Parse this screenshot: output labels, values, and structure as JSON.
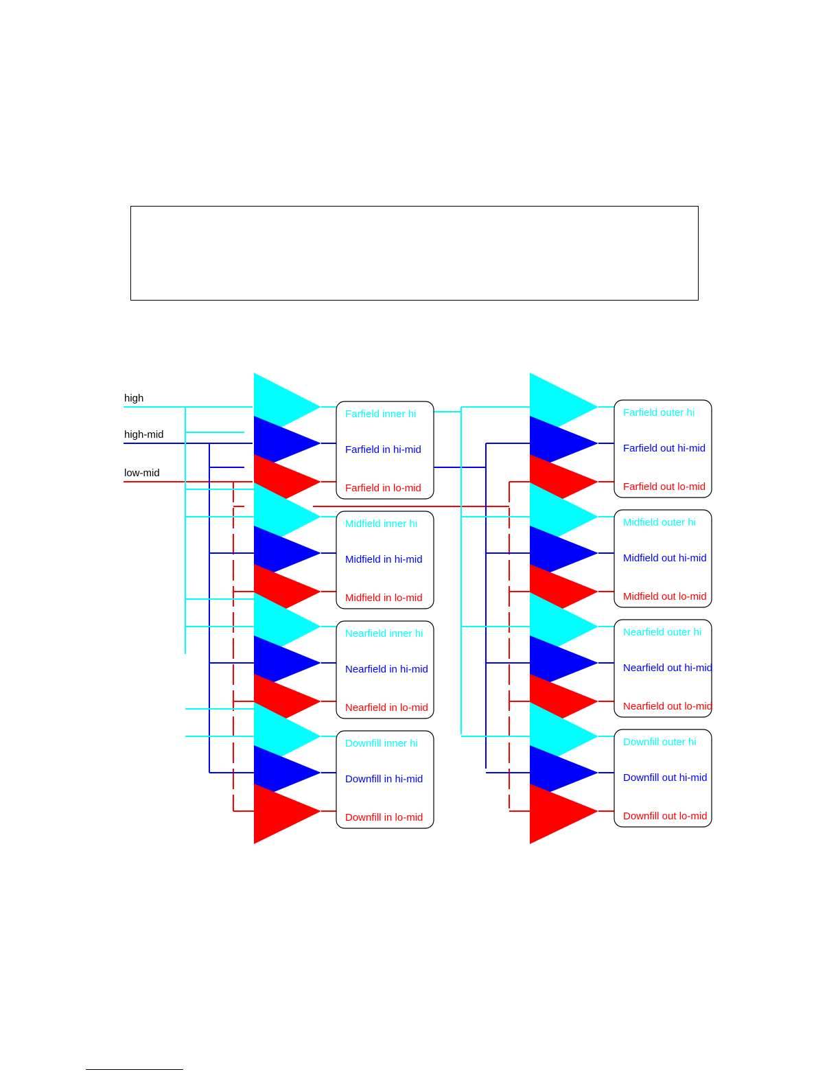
{
  "colors": {
    "high": "#00ffff",
    "hi_mid": "#0000ff",
    "lo_mid": "#ff0000",
    "frame": "#000000",
    "background": "#ffffff"
  },
  "inputs": [
    {
      "label": "high",
      "band": "high"
    },
    {
      "label": "high-mid",
      "band": "hi_mid"
    },
    {
      "label": "low-mid",
      "band": "lo_mid"
    }
  ],
  "inner_zones": [
    {
      "name": "Farfield",
      "labels": [
        "Farfield inner hi",
        "Farfield in hi-mid",
        "Farfield in lo-mid"
      ]
    },
    {
      "name": "Midfield",
      "labels": [
        "Midfield inner hi",
        "Midfield in hi-mid",
        "Midfield in lo-mid"
      ]
    },
    {
      "name": "Nearfield",
      "labels": [
        "Nearfield inner hi",
        "Nearfield in hi-mid",
        "Nearfield in lo-mid"
      ]
    },
    {
      "name": "Downfill",
      "labels": [
        "Downfill inner hi",
        "Downfill in hi-mid",
        "Downfill in lo-mid"
      ]
    }
  ],
  "outer_zones": [
    {
      "name": "Farfield",
      "labels": [
        "Farfield outer hi",
        "Farfield out hi-mid",
        "Farfield out lo-mid"
      ]
    },
    {
      "name": "Midfield",
      "labels": [
        "Midfield outer hi",
        "Midfield out hi-mid",
        "Midfield out lo-mid"
      ]
    },
    {
      "name": "Nearfield",
      "labels": [
        "Nearfield outer hi",
        "Nearfield out hi-mid",
        "Nearfield out lo-mid"
      ]
    },
    {
      "name": "Downfill",
      "labels": [
        "Downfill outer hi",
        "Downfill out hi-mid",
        "Downfill out lo-mid"
      ]
    }
  ]
}
